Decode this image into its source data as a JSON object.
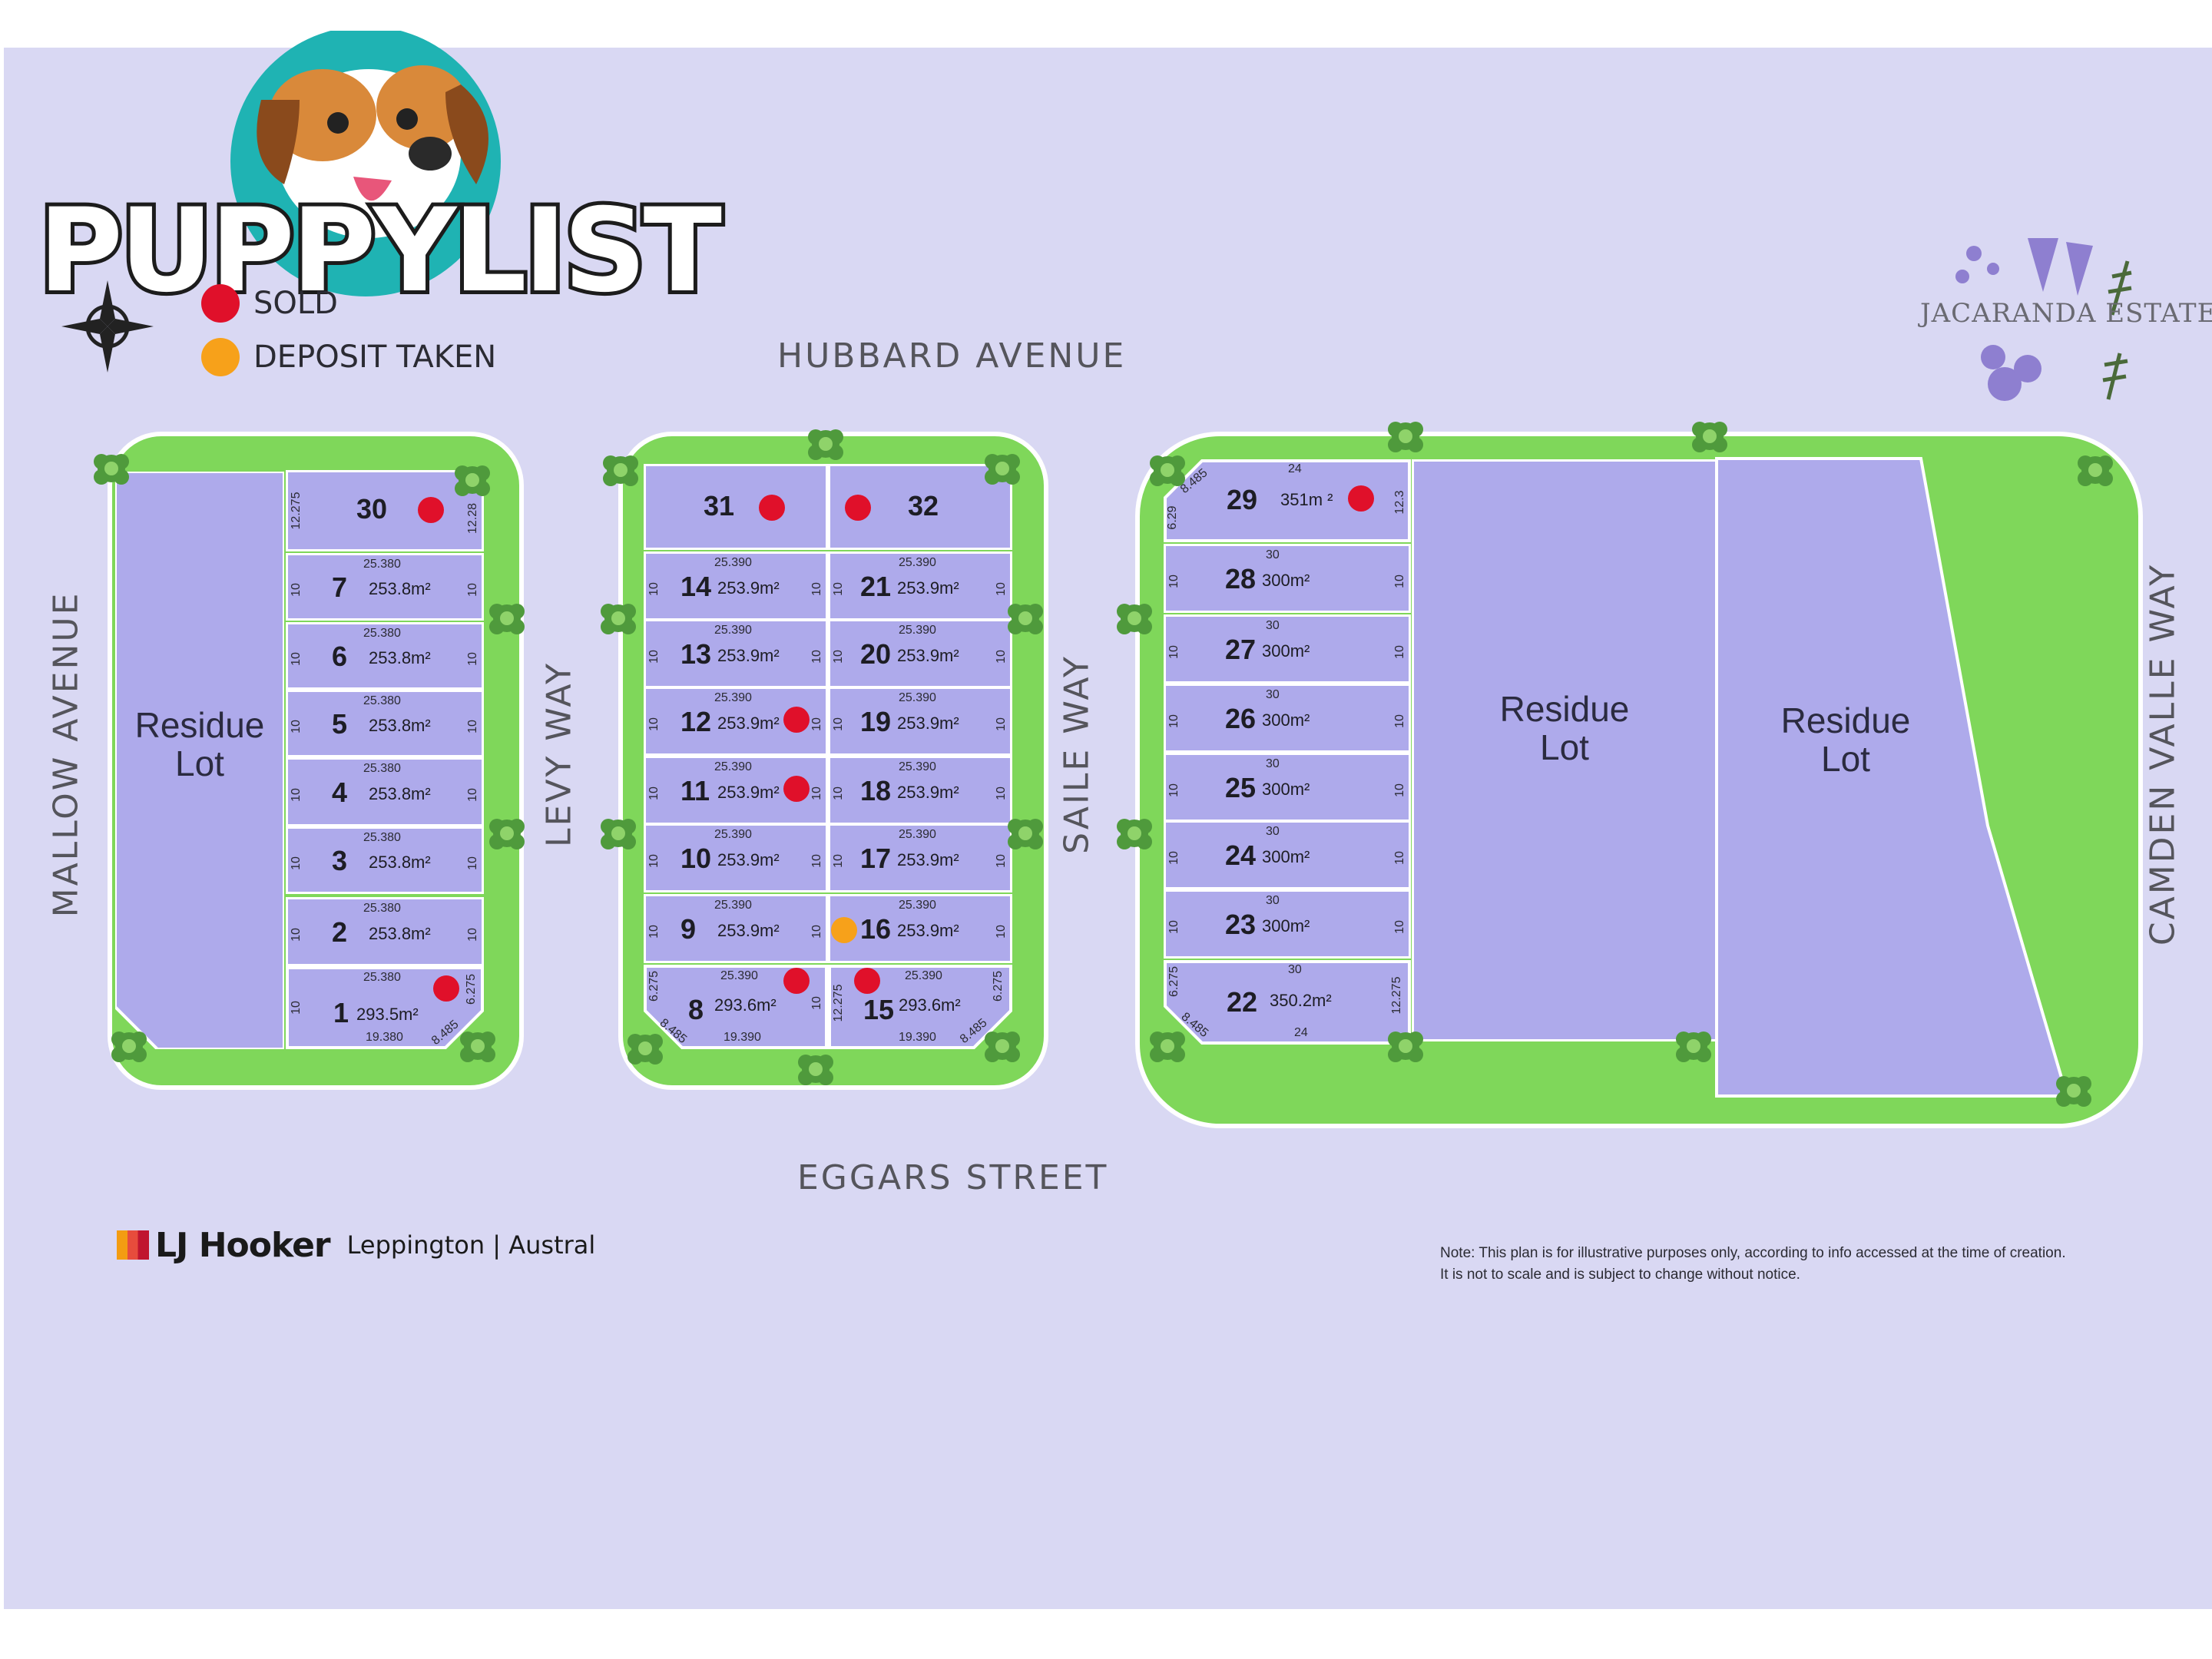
{
  "brand": {
    "site_logo_text": "PUPPYLIST",
    "agency_name": "LJ Hooker",
    "agency_office": "Leppington | Austral",
    "estate_name": "JACARANDA ESTATE"
  },
  "legend": {
    "sold": "SOLD",
    "deposit": "DEPOSIT TAKEN",
    "colors": {
      "sold": "#e0102a",
      "deposit": "#f7a11a"
    }
  },
  "streets": {
    "north": "HUBBARD AVENUE",
    "south": "EGGARS STREET",
    "west": "MALLOW AVENUE",
    "between_1_2": "LEVY WAY",
    "between_2_3": "SAILE WAY",
    "east": "CAMDEN VALLE WAY"
  },
  "residue_label": {
    "line1": "Residue",
    "line2": "Lot"
  },
  "note": {
    "line1": "Note: This plan is for illustrative purposes only, according to info accessed at the time of creation.",
    "line2": "It is not to scale and is subject to change without notice."
  },
  "colors": {
    "lot": "#aeaaeb",
    "green": "#7fd75a",
    "background": "#d9d8f3"
  },
  "block1": {
    "lot30": {
      "num": "30",
      "dim_left": "12.275",
      "dim_right": "12.28",
      "status": "sold"
    },
    "lots": [
      {
        "num": "7",
        "area": "253.8m²",
        "dim_top": "25.380",
        "side": "10",
        "status": ""
      },
      {
        "num": "6",
        "area": "253.8m²",
        "dim_top": "25.380",
        "side": "10",
        "status": ""
      },
      {
        "num": "5",
        "area": "253.8m²",
        "dim_top": "25.380",
        "side": "10",
        "status": ""
      },
      {
        "num": "4",
        "area": "253.8m²",
        "dim_top": "25.380",
        "side": "10",
        "status": ""
      },
      {
        "num": "3",
        "area": "253.8m²",
        "dim_top": "25.380",
        "side": "10",
        "status": ""
      },
      {
        "num": "2",
        "area": "253.8m²",
        "dim_top": "25.380",
        "side": "10",
        "status": ""
      }
    ],
    "lot1": {
      "num": "1",
      "area": "293.5m²",
      "dim_top": "25.380",
      "side": "10",
      "dim_right": "6.275",
      "dim_bottom": "19.380",
      "dim_corner": "8.485",
      "status": "sold"
    }
  },
  "block2": {
    "top": [
      {
        "num": "31",
        "status": "sold"
      },
      {
        "num": "32",
        "status": "sold"
      }
    ],
    "left": [
      {
        "num": "14",
        "area": "253.9m²",
        "dim_top": "25.390",
        "side": "10",
        "status": ""
      },
      {
        "num": "13",
        "area": "253.9m²",
        "dim_top": "25.390",
        "side": "10",
        "status": ""
      },
      {
        "num": "12",
        "area": "253.9m²",
        "dim_top": "25.390",
        "side": "10",
        "status": "sold"
      },
      {
        "num": "11",
        "area": "253.9m²",
        "dim_top": "25.390",
        "side": "10",
        "status": "sold"
      },
      {
        "num": "10",
        "area": "253.9m²",
        "dim_top": "25.390",
        "side": "10",
        "status": ""
      },
      {
        "num": "9",
        "area": "253.9m²",
        "dim_top": "25.390",
        "side": "10",
        "status": ""
      }
    ],
    "right": [
      {
        "num": "21",
        "area": "253.9m²",
        "dim_top": "25.390",
        "side": "10",
        "status": ""
      },
      {
        "num": "20",
        "area": "253.9m²",
        "dim_top": "25.390",
        "side": "10",
        "status": ""
      },
      {
        "num": "19",
        "area": "253.9m²",
        "dim_top": "25.390",
        "side": "10",
        "status": ""
      },
      {
        "num": "18",
        "area": "253.9m²",
        "dim_top": "25.390",
        "side": "10",
        "status": ""
      },
      {
        "num": "17",
        "area": "253.9m²",
        "dim_top": "25.390",
        "side": "10",
        "status": ""
      },
      {
        "num": "16",
        "area": "253.9m²",
        "dim_top": "25.390",
        "side": "10",
        "status": "deposit"
      }
    ],
    "lot8": {
      "num": "8",
      "area": "293.6m²",
      "dim_top": "25.390",
      "dim_left": "6.275",
      "dim_corner": "8.485",
      "dim_bottom": "19.390",
      "side": "10",
      "status": "sold"
    },
    "lot15": {
      "num": "15",
      "area": "293.6m²",
      "dim_top": "25.390",
      "dim_left": "12.275",
      "dim_right": "6.275",
      "dim_corner": "8.485",
      "dim_bottom": "19.390",
      "status": "sold"
    }
  },
  "block3": {
    "lot29": {
      "num": "29",
      "area": "351m ²",
      "dim_top": "24",
      "dim_left": "6.29",
      "dim_corner": "8.485",
      "dim_right": "12.3",
      "status": "sold"
    },
    "lots": [
      {
        "num": "28",
        "area": "300m²",
        "dim_top": "30",
        "side": "10",
        "status": ""
      },
      {
        "num": "27",
        "area": "300m²",
        "dim_top": "30",
        "side": "10",
        "status": ""
      },
      {
        "num": "26",
        "area": "300m²",
        "dim_top": "30",
        "side": "10",
        "status": ""
      },
      {
        "num": "25",
        "area": "300m²",
        "dim_top": "30",
        "side": "10",
        "status": ""
      },
      {
        "num": "24",
        "area": "300m²",
        "dim_top": "30",
        "side": "10",
        "status": ""
      },
      {
        "num": "23",
        "area": "300m²",
        "dim_top": "30",
        "side": "10",
        "status": ""
      }
    ],
    "lot22": {
      "num": "22",
      "area": "350.2m²",
      "dim_top": "30",
      "dim_left": "6.275",
      "dim_corner": "8.485",
      "dim_right": "12.275",
      "dim_bottom": "24",
      "status": ""
    }
  }
}
